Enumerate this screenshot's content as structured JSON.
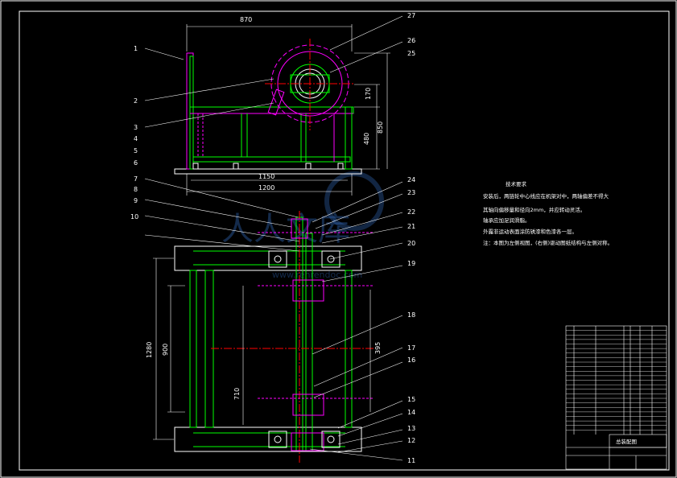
{
  "drawing": {
    "background": "#000000",
    "frame_color": "#ffffff",
    "part_color": "#00ff00",
    "section_color": "#ff00ff",
    "center_color": "#ff0000",
    "leader_color": "#ffffff"
  },
  "part_numbers_left": [
    "1",
    "2",
    "3",
    "4",
    "5",
    "6",
    "7",
    "8",
    "9",
    "10"
  ],
  "part_numbers_right": [
    "27",
    "26",
    "25",
    "24",
    "23",
    "22",
    "21",
    "20",
    "19",
    "18",
    "17",
    "16",
    "15",
    "14",
    "13",
    "12",
    "11"
  ],
  "dimensions": {
    "top_width": "870",
    "height_small": "170",
    "height_mid": "480",
    "height_total": "850",
    "base_1150": "1150",
    "base_1200": "1200",
    "plan_1280": "1280",
    "plan_900": "900",
    "plan_710": "710",
    "plan_395": "395"
  },
  "technical_requirements": {
    "title": "技术要求",
    "lines": [
      "安装后，两链轮中心线应在机架对中，两轴偏差不得大",
      "其轴向偏移量和径向2mm，并应转动灵活。",
      "轴承应加足润滑脂。",
      "外露非运动表面涂防锈漆和色漆各一层。",
      "注：本图为左侧视图，(右侧)驱动图纸结构与左侧对称。"
    ]
  },
  "watermark": {
    "text": "人人文库",
    "url": "www.renrendoc.com"
  },
  "title_block": {
    "drawing_name": "总装配图",
    "rows": 24
  }
}
